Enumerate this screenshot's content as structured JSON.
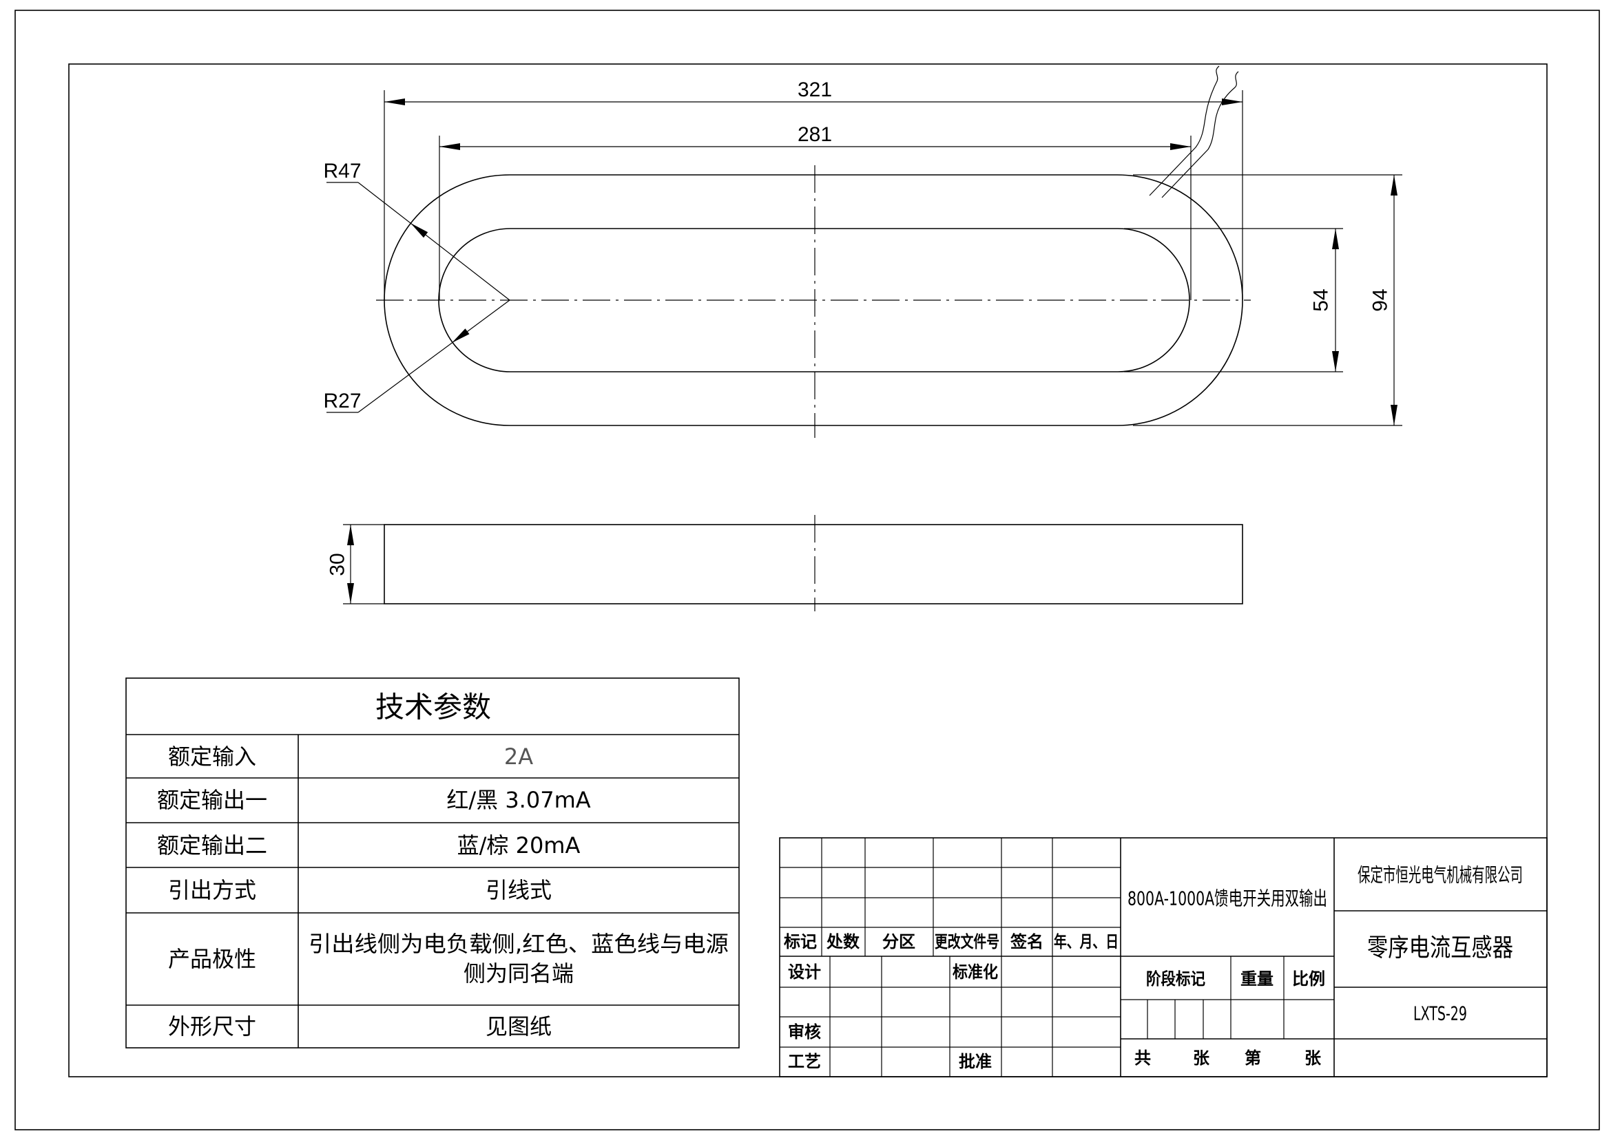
{
  "drawing": {
    "dim_overall_length": "321",
    "dim_inner_length": "281",
    "dim_inner_width": "54",
    "dim_outer_width": "94",
    "dim_height": "30",
    "outer_radius": "R47",
    "inner_radius": "R27"
  },
  "tech_params": {
    "title": "技术参数",
    "rows": [
      {
        "label": "额定输入",
        "value": "2A"
      },
      {
        "label": "额定输出一",
        "value": "红/黑 3.07mA"
      },
      {
        "label": "额定输出二",
        "value": "蓝/棕 20mA"
      },
      {
        "label": "引出方式",
        "value": "引线式"
      },
      {
        "label": "产品极性",
        "value_lines": [
          "引出线侧为电负载侧,红色、蓝色线与电源",
          "侧为同名端"
        ]
      },
      {
        "label": "外形尺寸",
        "value": "见图纸"
      }
    ]
  },
  "title_block": {
    "revision_headers": [
      "标记",
      "处数",
      "分区",
      "更改文件号",
      "签名",
      "年、月、日"
    ],
    "signoff": {
      "design": "设计",
      "standardization": "标准化",
      "review": "审核",
      "process": "工艺",
      "approval": "批准"
    },
    "product_desc": "800A-1000A馈电开关用双输出",
    "stage_headers": [
      "阶段标记",
      "重量",
      "比例"
    ],
    "sheet": [
      "共",
      "张",
      "第",
      "张"
    ],
    "company": "保定市恒光电气机械有限公司",
    "product_name": "零序电流互感器",
    "model": "LXTS-29"
  }
}
